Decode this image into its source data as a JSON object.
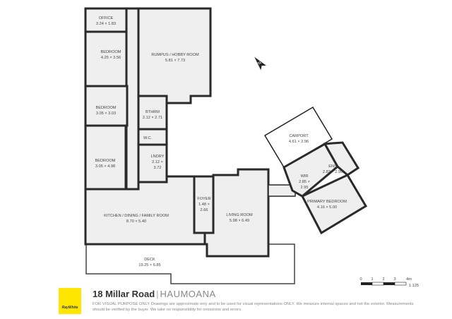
{
  "rooms": {
    "office": {
      "name": "OFFICE",
      "dims": "3.24 × 1.83"
    },
    "bedroom1": {
      "name": "BEDROOM",
      "dims": "4.25 × 3.56"
    },
    "rumpus": {
      "name": "RUMPUS / HOBBY ROOM",
      "dims": "5.81 × 7.73"
    },
    "bedroom2": {
      "name": "BEDROOM",
      "dims": "3.05 × 3.03"
    },
    "bthrm": {
      "name": "BTHRM",
      "dims": "2.12 × 2.71"
    },
    "wc": {
      "name": "W.C.",
      "dims": ""
    },
    "bedroom3": {
      "name": "BEDROOM",
      "dims": "3.05 × 4.98"
    },
    "lndry": {
      "name": "LNDRY",
      "dims1": "2.12 ×",
      "dims2": "3.72"
    },
    "kitchen": {
      "name": "KITCHEN / DINING / FAMILY ROOM",
      "dims": "8.70 × 5.40"
    },
    "foyer": {
      "name": "FOYER",
      "dims1": "1.48 ×",
      "dims2": "2.66"
    },
    "living": {
      "name": "LIVING ROOM",
      "dims": "5.98 × 6.49"
    },
    "deck": {
      "name": "DECK",
      "dims": "19.25 × 6.85"
    },
    "carport": {
      "name": "CARPORT",
      "dims": "4.61 × 2.96"
    },
    "ens": {
      "name": "ENS",
      "dims": "2.82 × 2.99"
    },
    "wir": {
      "name": "WIR",
      "dims1": "2.85 ×",
      "dims2": "2.95"
    },
    "primary": {
      "name": "PRIMARY BEDROOM",
      "dims": "4.16 × 5.00"
    }
  },
  "scale": {
    "ticks": [
      "0",
      "1",
      "2",
      "3",
      "4m"
    ],
    "ratio": "1:125"
  },
  "compass": {
    "icon": "north-arrow-icon"
  },
  "footer": {
    "address": "18 Millar Road",
    "suburb": "HAUMOANA",
    "brand": "RayWhite",
    "brand_color": "#ffe600",
    "disclaimer": "FOR VISUAL PURPOSE ONLY Drawings are approximate only and to be used for visual representations ONLY. We measure internal spaces and not the exterior. Measurements should be verified by the buyer. We take no responsibility for omissions and errors."
  }
}
